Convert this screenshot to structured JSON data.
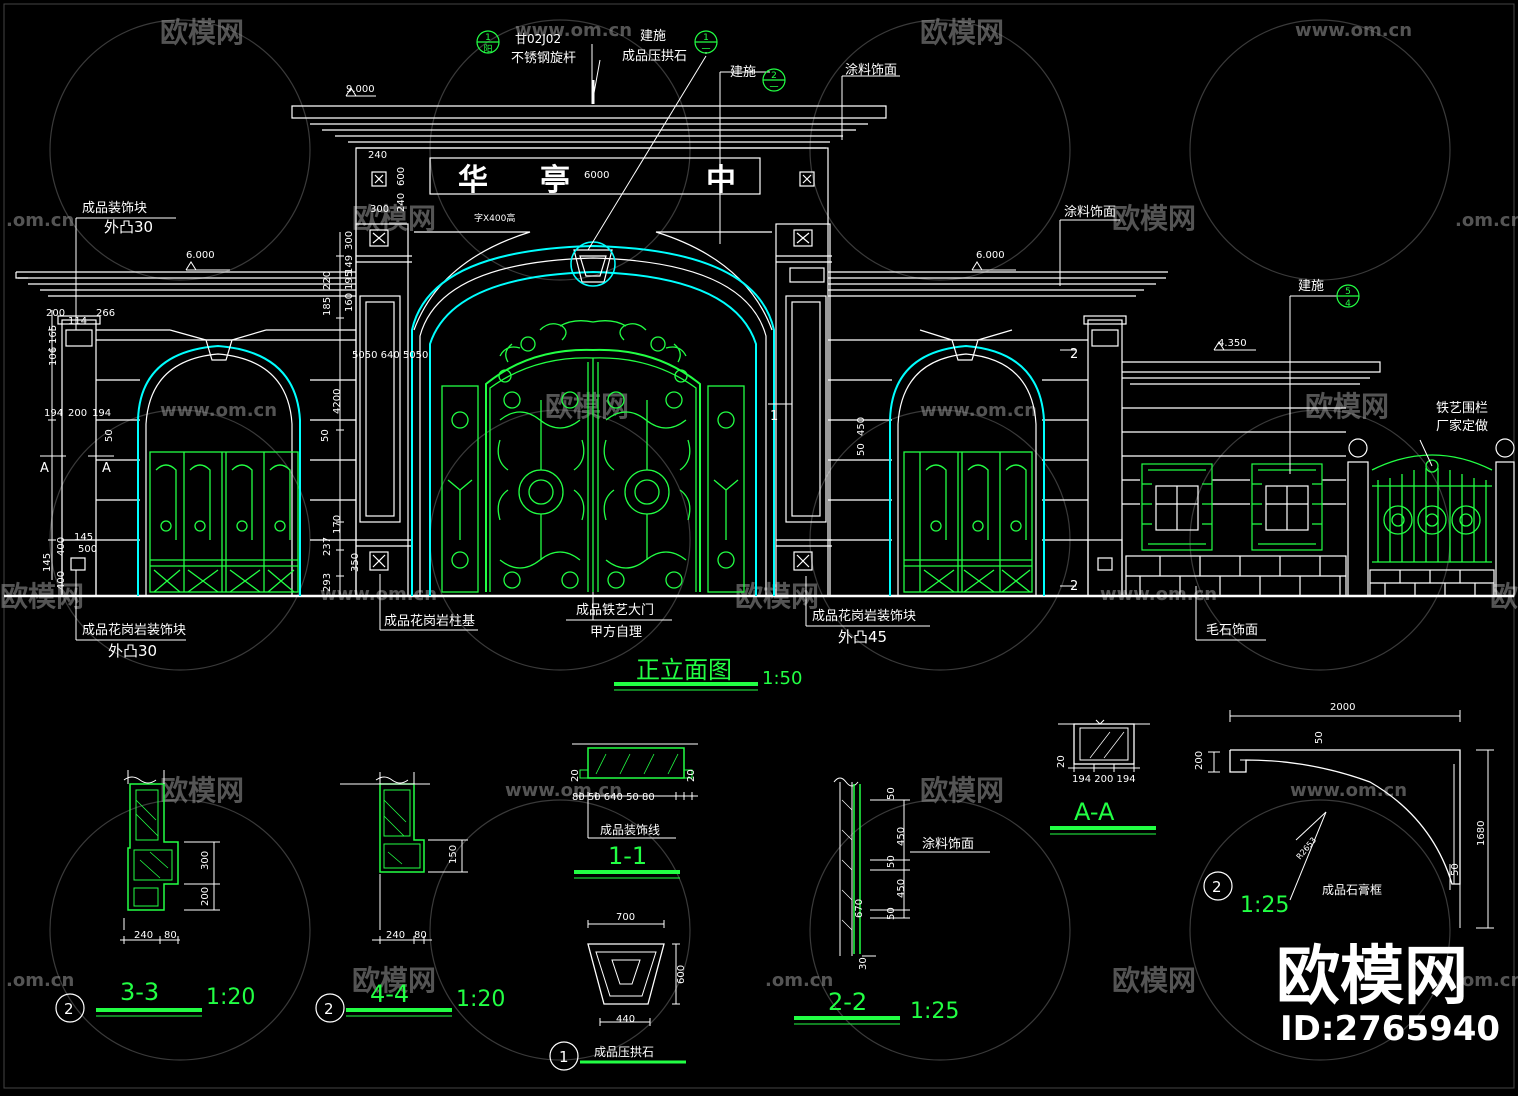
{
  "colors": {
    "background": "#000000",
    "line": "#ffffff",
    "cyan": "#00ffff",
    "green": "#22ff44",
    "watermark": "#8a8a8a"
  },
  "watermark": {
    "brand": "欧模网",
    "site": "www.om.cn",
    "site_short": ".om.cn",
    "id": "ID:2765940"
  },
  "elevation": {
    "title": "正立面图",
    "scale": "1:50",
    "sign": {
      "c1": "华",
      "c2": "亭",
      "c3": "中"
    },
    "labels": {
      "handrail_code": "甘02J02",
      "handrail": "不锈钢旋杆",
      "jianshi": "建施",
      "keystone_product": "成品压拱石",
      "paint": "涂料饰面",
      "paint2": "涂料饰面",
      "deco_block": "成品装饰块",
      "protrude30": "外凸30",
      "granite_deco": "成品花岗岩装饰块",
      "protrude30b": "外凸30",
      "granite_base": "成品花岗岩柱基",
      "iron_gate": "成品铁艺大门",
      "owner_supply": "甲方自理",
      "granite_deco2": "成品花岗岩装饰块",
      "protrude45": "外凸45",
      "rubble": "毛石饰面",
      "iron_fence": "铁艺围栏",
      "factory": "厂家定做",
      "sign_size": "字X400高",
      "jianshi2": "建施"
    },
    "callouts": {
      "c1_top": "1",
      "c1_bot": "阳",
      "c2_top": "1",
      "c2_bot": "一",
      "c3_top": "2",
      "c3_bot": "一",
      "c4_top": "5",
      "c4_bot": "4"
    },
    "dims": {
      "elev_top": "9.000",
      "elev_left": "6.000",
      "elev_right": "6.000",
      "elev_low": "4.350",
      "d240": "240",
      "d600": "600",
      "d240b": "240",
      "d6000": "6000",
      "d300": "300",
      "d300b": "300",
      "d149": "149",
      "d220": "220",
      "d185": "185",
      "d195": "195",
      "d160": "160",
      "d4200": "4200",
      "d170": "170",
      "d237": "237",
      "d350": "350",
      "d293": "293",
      "d5050": "5050 640 5050",
      "d200": "200",
      "d266": "266",
      "d114": "114",
      "d106": "106",
      "d165": "165",
      "d194": "194",
      "d200b": "200",
      "d194b": "194",
      "d50": "50",
      "d50b": "50",
      "d450": "450",
      "d50c": "50",
      "d145": "145",
      "d400": "400",
      "d145b": "145",
      "d500": "500",
      "d400b": "400",
      "secA": "A",
      "secA2": "A",
      "m1": "1",
      "m2": "2",
      "m2b": "2"
    }
  },
  "details": {
    "s33": {
      "title": "3-3",
      "scale": "1:20",
      "num": "2",
      "d300": "300",
      "d200": "200",
      "d240": "240",
      "d80": "80"
    },
    "s44": {
      "title": "4-4",
      "scale": "1:20",
      "num": "2",
      "d150": "150",
      "d240": "240",
      "d80": "80"
    },
    "s11": {
      "title": "1-1",
      "label": "成品装饰线",
      "dims": "80 50    640    50 80",
      "d20a": "20",
      "d20b": "20"
    },
    "key": {
      "num": "1",
      "label": "成品压拱石",
      "d700": "700",
      "d600": "600",
      "d440": "440"
    },
    "s22": {
      "title": "2-2",
      "scale": "1:25",
      "paint": "涂料饰面",
      "d50a": "50",
      "d450a": "450",
      "d50b": "50",
      "d450b": "450",
      "d50c": "50",
      "d670": "670",
      "d30": "30"
    },
    "sAA": {
      "title": "A-A",
      "d20": "20",
      "dims": "194 200 194"
    },
    "arc": {
      "num": "2",
      "scale": "1:25",
      "label": "成品石膏框",
      "d2000": "2000",
      "d50": "50",
      "d200": "200",
      "d1680": "1680",
      "d50b": "50",
      "radius": "R2653"
    }
  }
}
